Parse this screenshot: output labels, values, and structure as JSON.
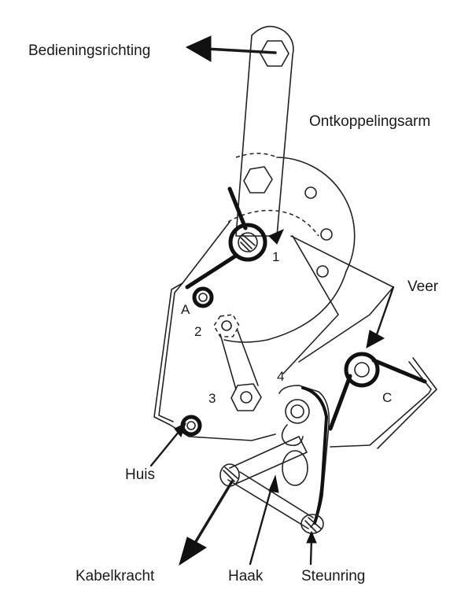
{
  "labels": {
    "bedieningsrichting": "Bedieningsrichting",
    "ontkoppelingsarm": "Ontkoppelingsarm",
    "veer": "Veer",
    "huis": "Huis",
    "kabelkracht": "Kabelkracht",
    "haak": "Haak",
    "steunring": "Steunring"
  },
  "points": {
    "a": "A",
    "c": "C",
    "p1": "1",
    "p2": "2",
    "p3": "3",
    "p4": "4"
  }
}
